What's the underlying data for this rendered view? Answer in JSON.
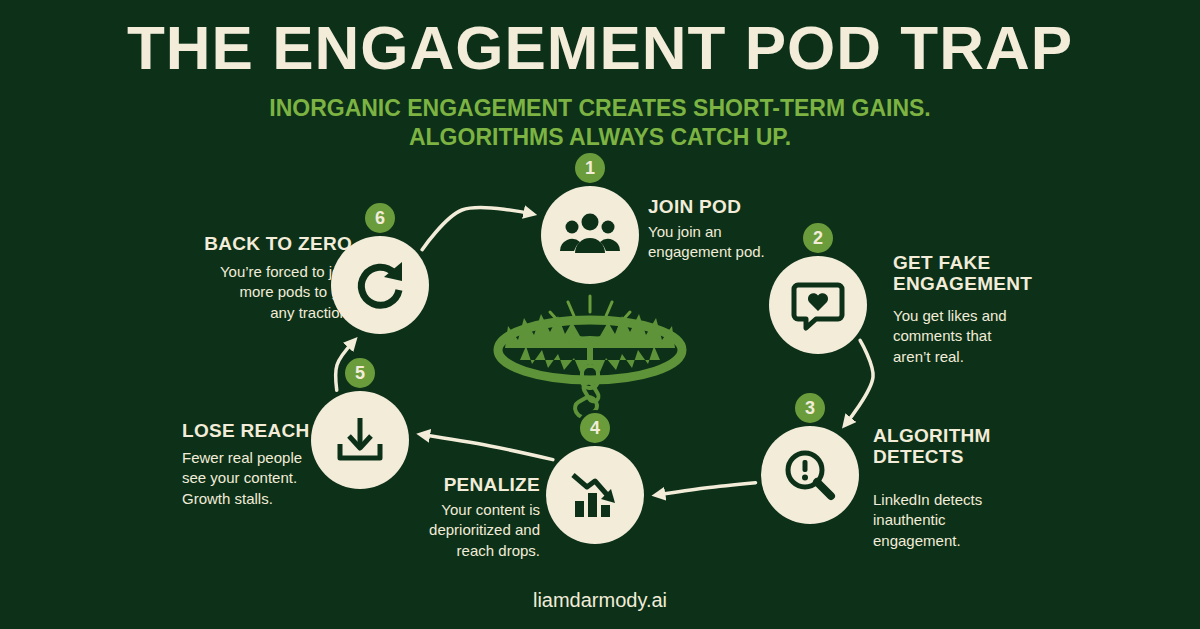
{
  "diagram": {
    "title": "THE ENGAGEMENT POD TRAP",
    "nodes": [
      {
        "text": [
          "1",
          "JOIN POD",
          "You join an engagement pod."
        ]
      },
      {
        "text": [
          "2",
          "GET FAKE ENGAGEMENT",
          "You get likes and comments that aren’t real."
        ]
      },
      {
        "text": [
          "3",
          "ALGORITHM DETECTS",
          "LinkedIn detects inauthentic engagement."
        ]
      },
      {
        "text": [
          "4",
          "PENALIZE",
          "Your content is deprioritized and reach drops."
        ]
      },
      {
        "text": [
          "5",
          "LOSE REACH",
          "Fewer real people see your content. Growth stalls."
        ]
      },
      {
        "text": [
          "6",
          "BACK TO ZERO",
          "You’re forced to join more pods to get any traction."
        ]
      }
    ],
    "edges": [
      {
        "from": 1,
        "to": 2,
        "arrow": "to"
      },
      {
        "from": 2,
        "to": 3,
        "arrow": "to"
      },
      {
        "from": 3,
        "to": 4,
        "arrow": "to"
      },
      {
        "from": 4,
        "to": 5,
        "arrow": "to"
      },
      {
        "from": 5,
        "to": 0,
        "arrow": "to"
      }
    ],
    "labels": [
      "INORGANIC ENGAGEMENT CREATES SHORT-TERM GAINS.",
      "ALGORITHMS ALWAYS CATCH UP.",
      "liamdarmody.ai"
    ]
  }
}
